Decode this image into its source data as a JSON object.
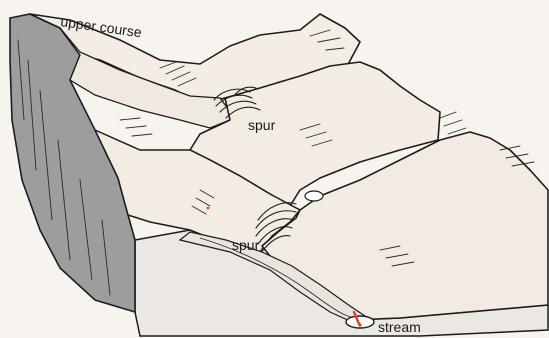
{
  "labels": {
    "upper_course": "upper course",
    "spur_upper": "spur",
    "spur_lower": "spur",
    "stream": "stream"
  },
  "colors": {
    "paper": "#f4f0ea",
    "hillside": "#f1ebe2",
    "valley_floor": "#eae6e1",
    "side_wall": "#9c9c9c",
    "ink": "#1d1d1d",
    "stream_red": "#d9452b"
  }
}
